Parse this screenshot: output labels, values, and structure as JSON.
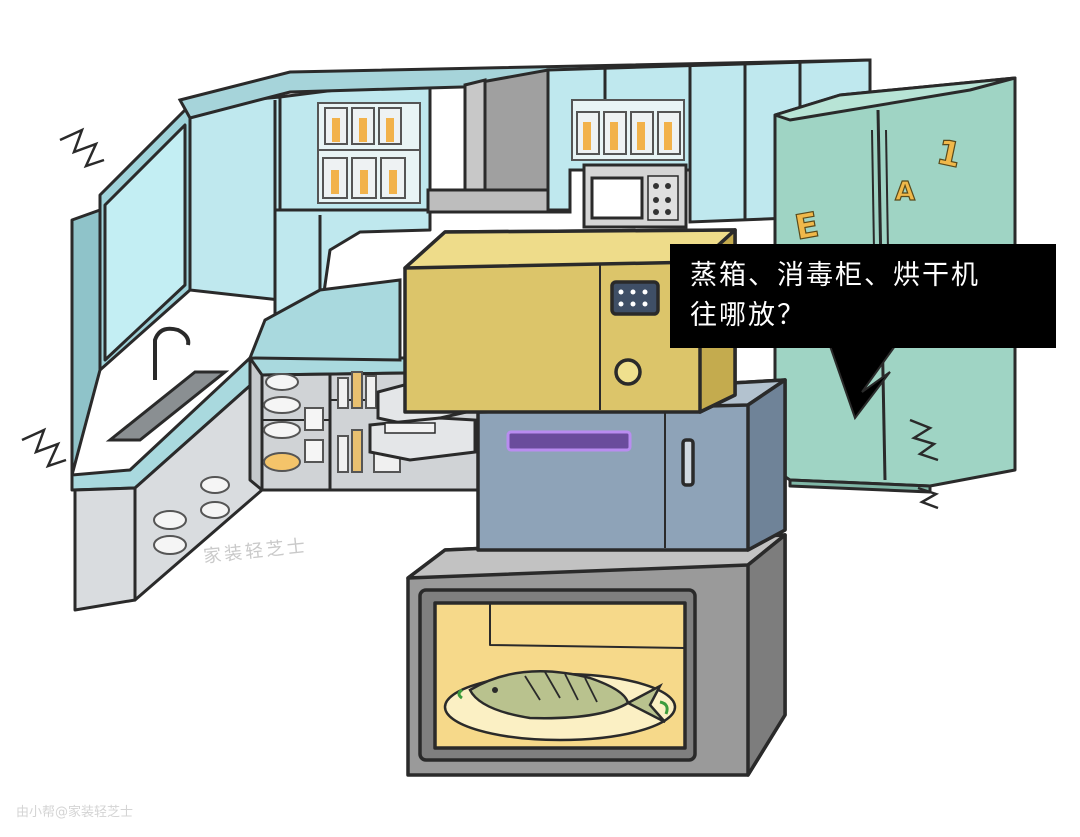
{
  "caption": {
    "line1": "蒸箱、消毒柜、烘干机",
    "line2": "往哪放？"
  },
  "watermark": {
    "text": "家装轻芝士"
  },
  "credit": {
    "text": "由小帮@家装轻芝士"
  },
  "fridge_magnets": [
    "E",
    "A",
    "1"
  ],
  "colors": {
    "cabinet_teal": "#bfe8ee",
    "cabinet_dark": "#8fc3c9",
    "fridge_green": "#9fd4c4",
    "countertop": "#a9d9de",
    "lower_cabinet_gray": "#d9dcdf",
    "steam_oven_yellow": "#dcc56a",
    "disinfection_cabinet_blue": "#8ea3b8",
    "dryer_gray": "#9a9a9a",
    "dryer_interior": "#f6d98a",
    "fish": "#b9c28e",
    "caption_bg": "#000000",
    "caption_text": "#ffffff"
  }
}
